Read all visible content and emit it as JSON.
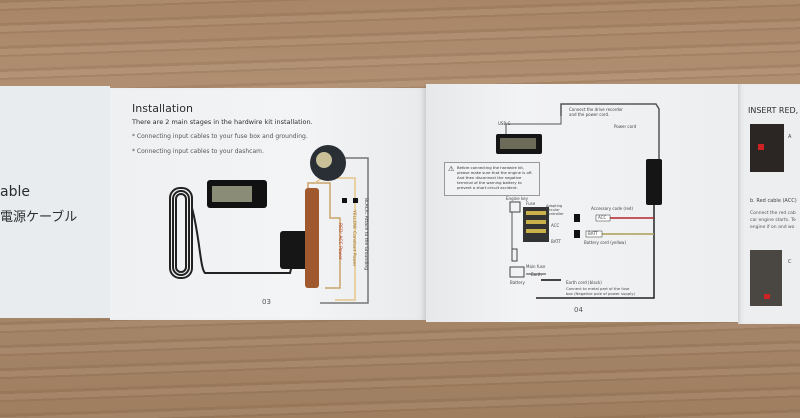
{
  "left_panel": {
    "title_fragment": "able",
    "japanese": "電源ケーブル"
  },
  "page_03": {
    "heading": "Installation",
    "intro": "There are 2 main stages in the hardwire kit installation.",
    "bullets": [
      "* Connecting input cables to your fuse box and grounding.",
      "* Connecting input cables to your dashcam."
    ],
    "cable_labels": [
      "BLACK: Attach to the Grounding",
      "YELLOW: Constant Power",
      "RED: ACC Power"
    ],
    "page_number": "03"
  },
  "page_04": {
    "usb_label": "USB-C",
    "connect_note": "Connect the drive recorder and the power cord.",
    "power_cord": "Power cord",
    "warning": "Before connecting the hardwire kit, please make sure that the engine is off. And then disconnect the negative terminal of the warning battery to prevent a short circuit accident.",
    "engine_key": "Engine key",
    "fuse": "Fuse",
    "adapter": "Adapting Circular Controller",
    "acc": "ACC",
    "batt": "BATT",
    "acc_cord": "Accessory code (red)",
    "batt_cord": "Battery cord (yellow)",
    "main_fuse": "Main fuse",
    "earth": "Earth",
    "battery": "Battery",
    "earth_cord": "Earth cord (black)",
    "earth_note": "Connect to metal part of the fuse box (Negative pole of power supply)",
    "page_number": "04"
  },
  "page_05": {
    "heading": "INSERT RED, Y",
    "item_a": "A",
    "item_b": "b. Red cable (ACC)",
    "body": "Connect the red cab car engine starts. Te engine if on and wo",
    "item_c": "C"
  }
}
